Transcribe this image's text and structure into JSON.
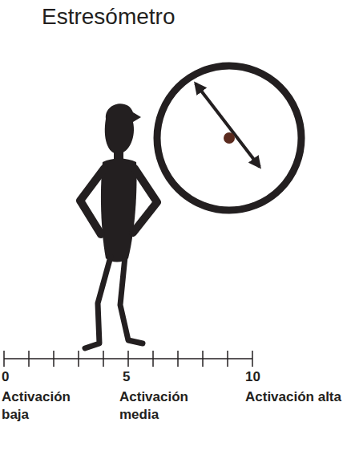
{
  "diagram": {
    "title": "Estresómetro",
    "labels": [
      "0",
      "5",
      "10",
      "Activación baja",
      "Activación media",
      "Activación alta"
    ]
  }
}
